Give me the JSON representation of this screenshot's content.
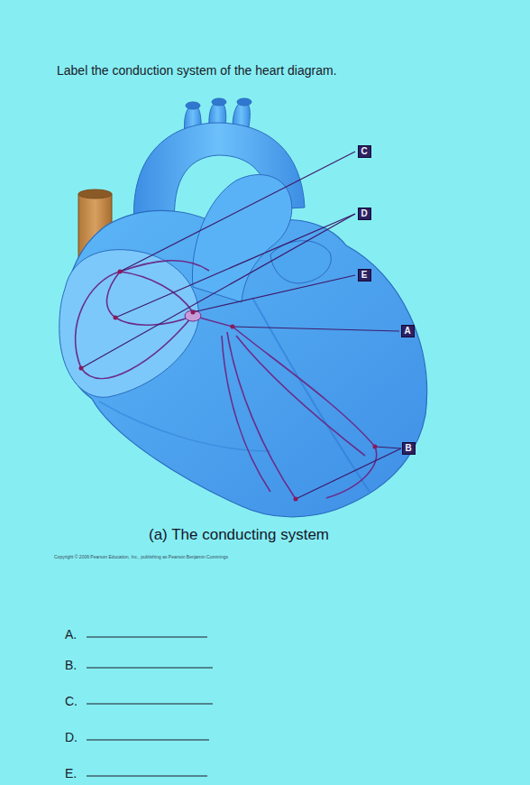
{
  "diagram": {
    "title": "Label the conduction system of the heart diagram.",
    "caption": "(a) The conducting system",
    "nodes": [
      {
        "text": [
          "C"
        ]
      },
      {
        "text": [
          "D"
        ]
      },
      {
        "text": [
          "E"
        ]
      },
      {
        "text": [
          "A"
        ]
      },
      {
        "text": [
          "B"
        ]
      }
    ],
    "labels": [
      "Copyright © 2006 Pearson Education, Inc., publishing as Pearson Benjamin Cummings",
      "A.",
      "B.",
      "C.",
      "D.",
      "E."
    ]
  }
}
